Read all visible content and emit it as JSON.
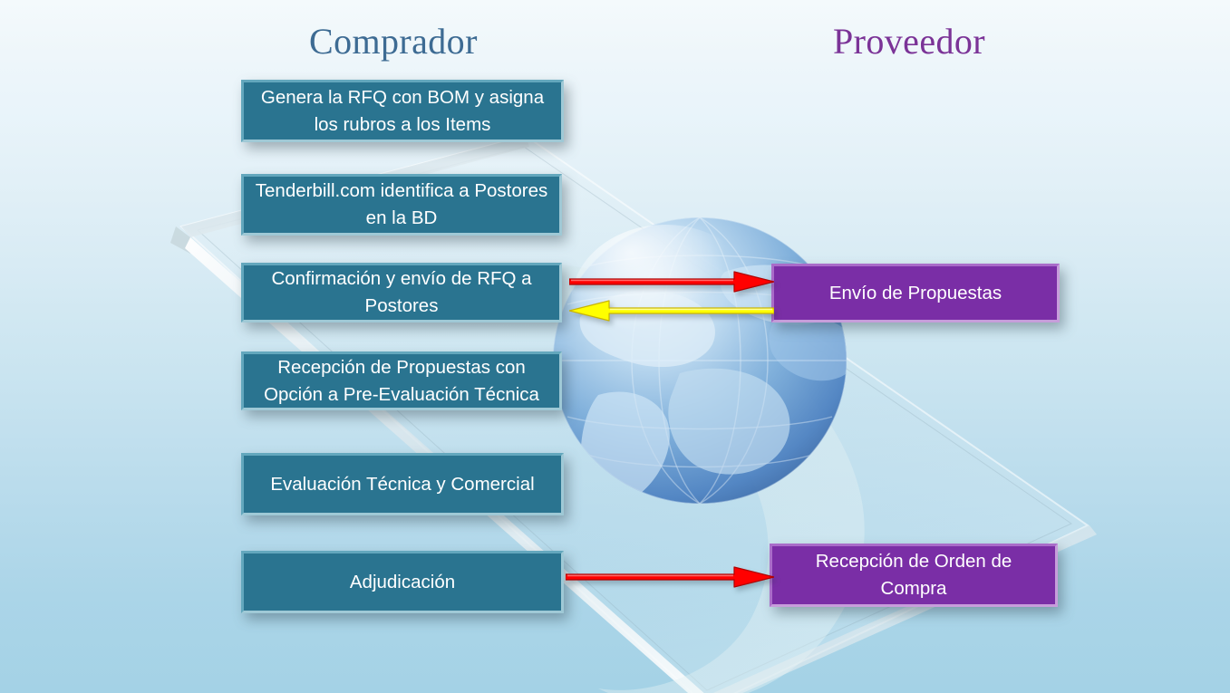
{
  "diagram": {
    "title_left": "Comprador",
    "title_right": "Proveedor",
    "colors": {
      "buyer_box": "#2a7490",
      "supplier_box": "#7a2ea6",
      "buyer_title": "#3d6b93",
      "supplier_title": "#7b3397",
      "arrow_forward": "#ff0000",
      "arrow_return": "#ffff00",
      "background_top": "#f4fafc",
      "background_bottom": "#a4d2e6"
    },
    "buyer_steps": [
      {
        "id": "rfq",
        "label": "Genera la RFQ con BOM y asigna los rubros a los Items"
      },
      {
        "id": "identifica",
        "label": "Tenderbill.com identifica a Postores en la BD"
      },
      {
        "id": "confirma",
        "label": "Confirmación y envío de RFQ a Postores"
      },
      {
        "id": "recepcion",
        "label": "Recepción de Propuestas con Opción a Pre-Evaluación Técnica"
      },
      {
        "id": "evaluacion",
        "label": "Evaluación Técnica y Comercial"
      },
      {
        "id": "adjudica",
        "label": "Adjudicación"
      }
    ],
    "supplier_steps": [
      {
        "id": "envio",
        "label": "Envío de Propuestas"
      },
      {
        "id": "orden",
        "label": "Recepción de Orden de Compra"
      }
    ],
    "connectors": [
      {
        "id": "rfq-out",
        "from": "confirma",
        "to": "envio",
        "direction": "right",
        "color": "#ff0000"
      },
      {
        "id": "prop-in",
        "from": "envio",
        "to": "confirma",
        "direction": "left",
        "color": "#ffff00"
      },
      {
        "id": "orden",
        "from": "adjudica",
        "to": "orden",
        "direction": "right",
        "color": "#ff0000"
      }
    ],
    "background": {
      "art": "globe-and-glass-plate"
    }
  }
}
